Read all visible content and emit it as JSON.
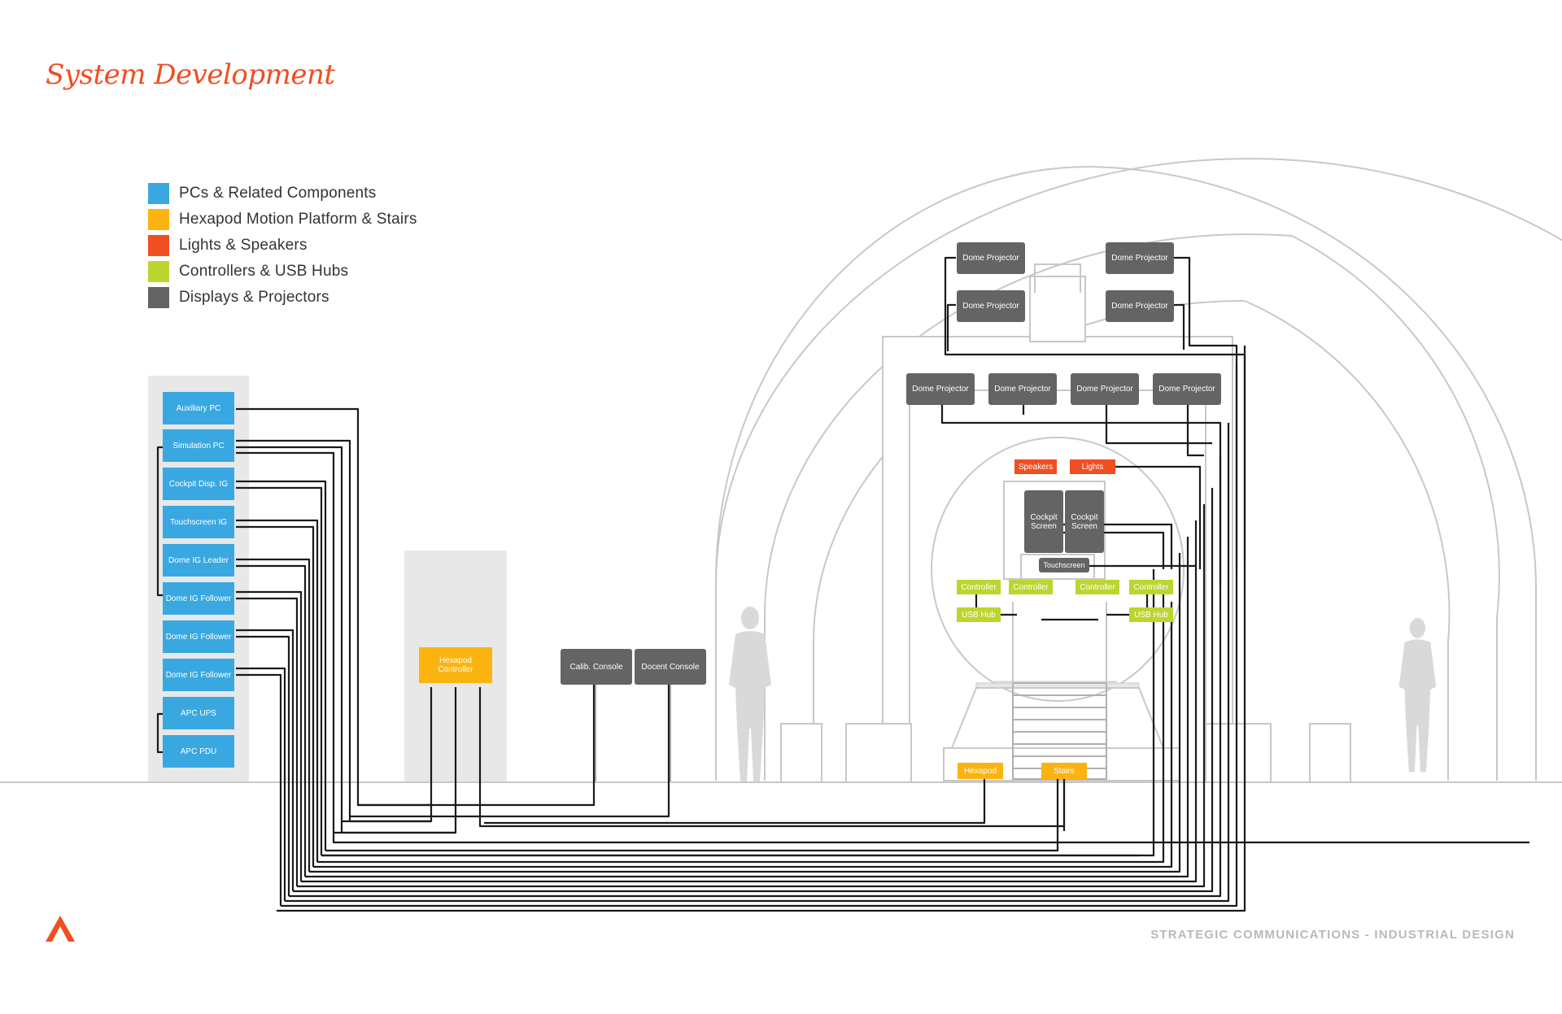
{
  "title": "System Development",
  "footer": "STRATEGIC COMMUNICATIONS - INDUSTRIAL DESIGN",
  "colors": {
    "pc": "#3aa8e0",
    "hexapod": "#fbb40f",
    "lights": "#f04e23",
    "controller": "#bdd52f",
    "display": "#646464",
    "accent": "#f04e23",
    "wire": "#1a1a1a",
    "structure": "#c8c8c8",
    "figure": "#d9d9d9"
  },
  "logo_icon": "logo-chevron-icon",
  "legend": [
    {
      "label": "PCs & Related Components",
      "color": "#3aa8e0"
    },
    {
      "label": "Hexapod Motion Platform & Stairs",
      "color": "#fbb40f"
    },
    {
      "label": "Lights & Speakers",
      "color": "#f04e23"
    },
    {
      "label": "Controllers & USB Hubs",
      "color": "#bdd52f"
    },
    {
      "label": "Displays & Projectors",
      "color": "#646464"
    }
  ],
  "pc_rack": [
    "Auxiliary PC",
    "Simulation PC",
    "Cockpit Disp. IG",
    "Touchscreen IG",
    "Dome IG Leader",
    "Dome IG Follower",
    "Dome IG Follower",
    "Dome IG Follower",
    "APC UPS",
    "APC PDU"
  ],
  "hexapod_controller": "Hexapod\nController",
  "consoles": [
    "Calib. Console",
    "Docent Console"
  ],
  "dome_projectors": [
    "Dome Projector",
    "Dome Projector",
    "Dome Projector",
    "Dome Projector",
    "Dome Projector",
    "Dome Projector",
    "Dome Projector",
    "Dome Projector"
  ],
  "lights_speakers": [
    "Speakers",
    "Lights"
  ],
  "cockpit_screens": [
    "Cockpit\nScreen",
    "Cockpit\nScreen"
  ],
  "touchscreen": "Touchscreen",
  "controllers": [
    "Controller",
    "Controller",
    "Controller",
    "Controller"
  ],
  "usb_hubs": [
    "USB Hub",
    "USB Hub"
  ],
  "platform": [
    "Hexapod",
    "Stairs"
  ]
}
